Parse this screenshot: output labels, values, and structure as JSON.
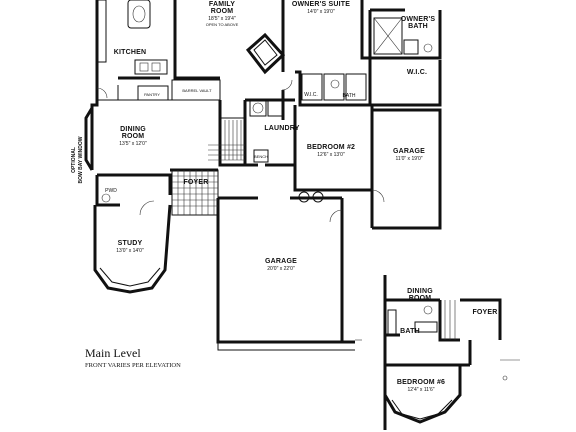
{
  "plan": {
    "title": "Main Level",
    "subtitle": "FRONT VARIES PER ELEVATION",
    "rooms": {
      "family": {
        "name": "FAMILY",
        "name2": "ROOM",
        "dims": "18'5\" x 19'4\"",
        "note": "OPEN TO ABOVE"
      },
      "owners_suite": {
        "name": "OWNER'S SUITE",
        "dims": "14'0\" x 19'0\""
      },
      "owners_bath": {
        "name": "OWNER'S",
        "name2": "BATH"
      },
      "kitchen": {
        "name": "KITCHEN"
      },
      "pantry": {
        "name": "PANTRY"
      },
      "barrel_vault": {
        "name": "BARREL VAULT"
      },
      "wic_owner": {
        "name": "W.I.C."
      },
      "wic_small": {
        "name": "W.I.C."
      },
      "bath_hall": {
        "name": "BATH"
      },
      "dining": {
        "name": "DINING",
        "name2": "ROOM",
        "dims": "13'5\" x 12'0\""
      },
      "bay_window": {
        "line1": "OPTIONAL",
        "line2": "BOW BAY WINDOW"
      },
      "laundry": {
        "name": "LAUNDRY"
      },
      "bedroom2": {
        "name": "BEDROOM #2",
        "dims": "12'6\" x 13'0\""
      },
      "garage_side": {
        "name": "GARAGE",
        "dims": "11'0\" x 19'0\""
      },
      "bench": {
        "name": "BENCH"
      },
      "foyer": {
        "name": "FOYER"
      },
      "pwd": {
        "name": "PWD"
      },
      "wh1": {
        "name": "W.H."
      },
      "wh2": {
        "name": "W.H."
      },
      "study": {
        "name": "STUDY",
        "dims": "13'0\" x 14'0\""
      },
      "garage_main": {
        "name": "GARAGE",
        "dims": "20'0\" x 22'0\""
      }
    }
  },
  "inset": {
    "rooms": {
      "dining": {
        "name": "DINING",
        "name2": "ROOM"
      },
      "foyer": {
        "name": "FOYER"
      },
      "bath": {
        "name": "BATH"
      },
      "bedroom6": {
        "name": "BEDROOM #6",
        "dims": "12'4\" x 11'6\""
      }
    }
  }
}
